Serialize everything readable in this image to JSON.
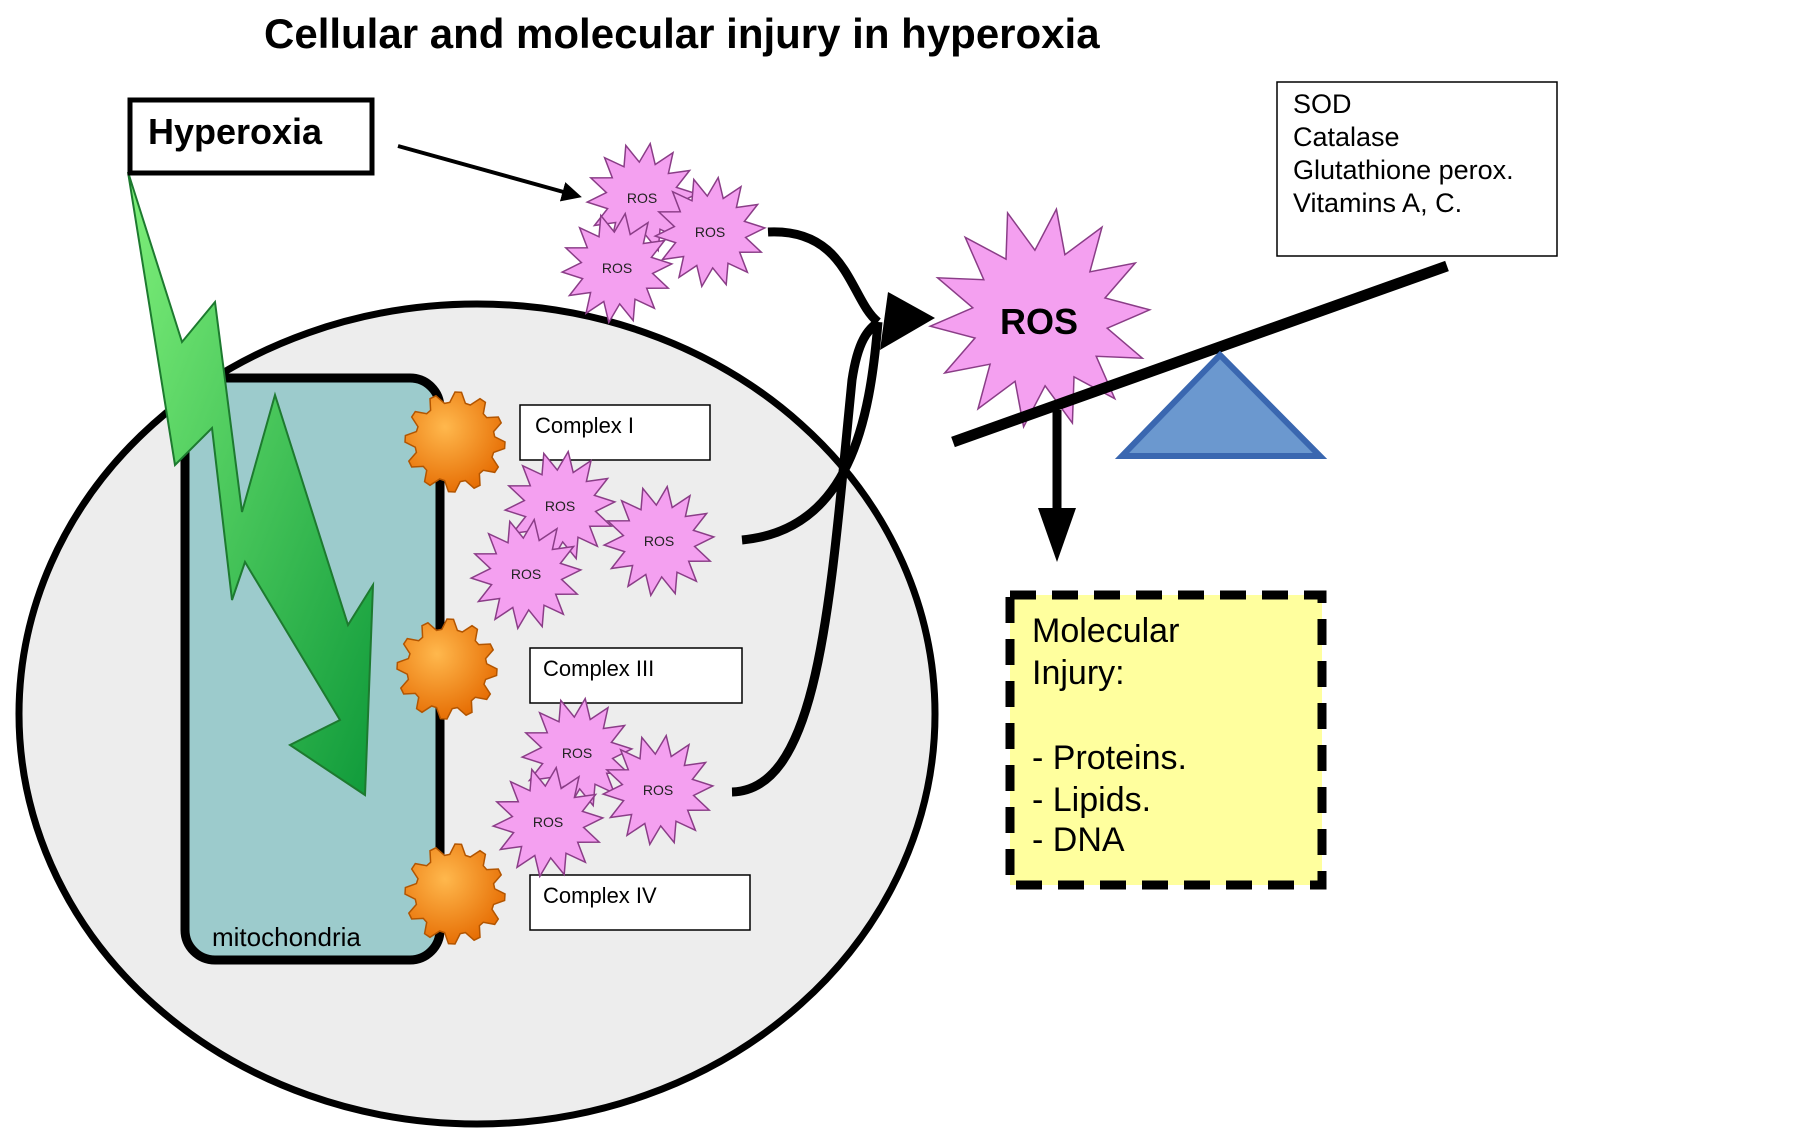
{
  "title": "Cellular and molecular injury in hyperoxia",
  "trigger_label": "Hyperoxia",
  "organelle_label": "mitochondria",
  "complexes": [
    "Complex I",
    "Complex III",
    "Complex IV"
  ],
  "ros_label": "ROS",
  "ros_large_label": "ROS",
  "antioxidants": [
    "SOD",
    "Catalase",
    "Glutathione perox.",
    "Vitamins A, C."
  ],
  "injury": {
    "heading_line1": "Molecular",
    "heading_line2": "Injury:",
    "items": [
      "- Proteins.",
      "- Lipids.",
      "- DNA"
    ]
  },
  "colors": {
    "cell_fill": "#ededed",
    "mito_fill": "#9ccbcc",
    "ros_fill": "#f4a0f0",
    "gear_fill": "#f57d00",
    "fulcrum_fill": "#6b98cf",
    "injury_fill": "#ffff9e",
    "bolt_fill": "#2ecc40"
  }
}
